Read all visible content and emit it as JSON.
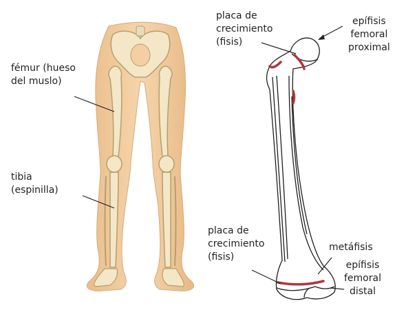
{
  "labels": {
    "femur": "fémur (hueso\ndel muslo)",
    "tibia": "tibia\n(espinilla)",
    "growth_plate_top": "placa de\ncrecimiento\n(fisis)",
    "epiphysis_proximal": "epífisis\nfemoral\nproximal",
    "growth_plate_bottom": "placa de\ncrecimiento\n(fisis)",
    "metaphysis": "metáfisis",
    "epiphysis_distal": "epífisis\nfemoral\ndistal"
  },
  "colors": {
    "skin": "#f3cfa3",
    "skin_shade": "#e2b582",
    "bone": "#f3e7c8",
    "bone_outline": "#b79e6c",
    "outline": "#1e1e1e",
    "growth_plate": "#b1363c"
  }
}
